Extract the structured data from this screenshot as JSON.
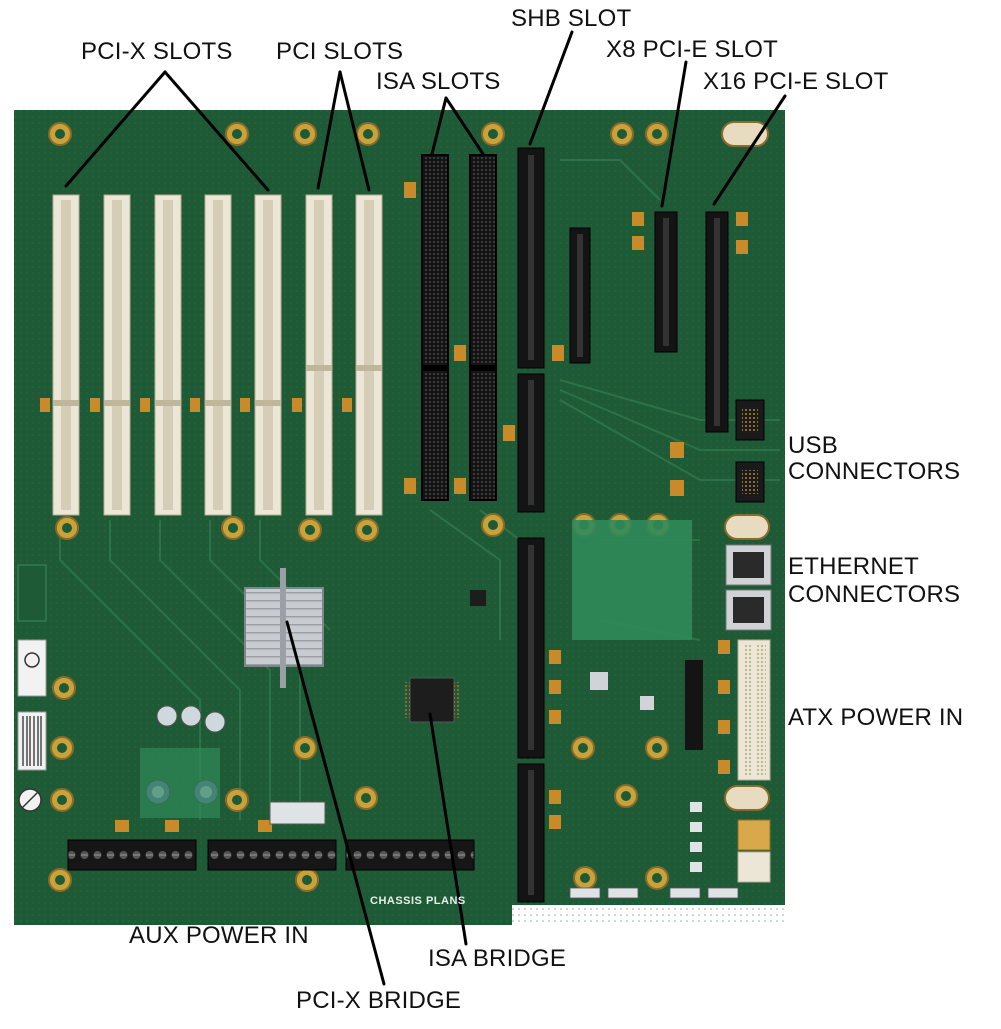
{
  "colors": {
    "pcb": "#1f5a37",
    "pcb_dark": "#173f27",
    "pci_slot": "#ece6d6",
    "black_slot": "#141414",
    "gold": "#c9a23a",
    "leader": "#000000"
  },
  "labels": {
    "pcix_slots": "PCI-X SLOTS",
    "pci_slots": "PCI SLOTS",
    "isa_slots": "ISA SLOTS",
    "shb_slot": "SHB SLOT",
    "x8_slot": "X8 PCI-E SLOT",
    "x16_slot": "X16 PCI-E SLOT",
    "usb_line1": "USB",
    "usb_line2": "CONNECTORS",
    "eth_line1": "ETHERNET",
    "eth_line2": "CONNECTORS",
    "atx_power": "ATX POWER IN",
    "aux_power": "AUX POWER IN",
    "isa_bridge": "ISA BRIDGE",
    "pcix_bridge": "PCI-X BRIDGE"
  },
  "board": {
    "silkscreen_brand": "CHASSIS PLANS",
    "icons": [
      "heatsink-icon",
      "ul-mark-icon",
      "barcode-icon",
      "pb-free-icon",
      "capacitor-icon"
    ]
  }
}
